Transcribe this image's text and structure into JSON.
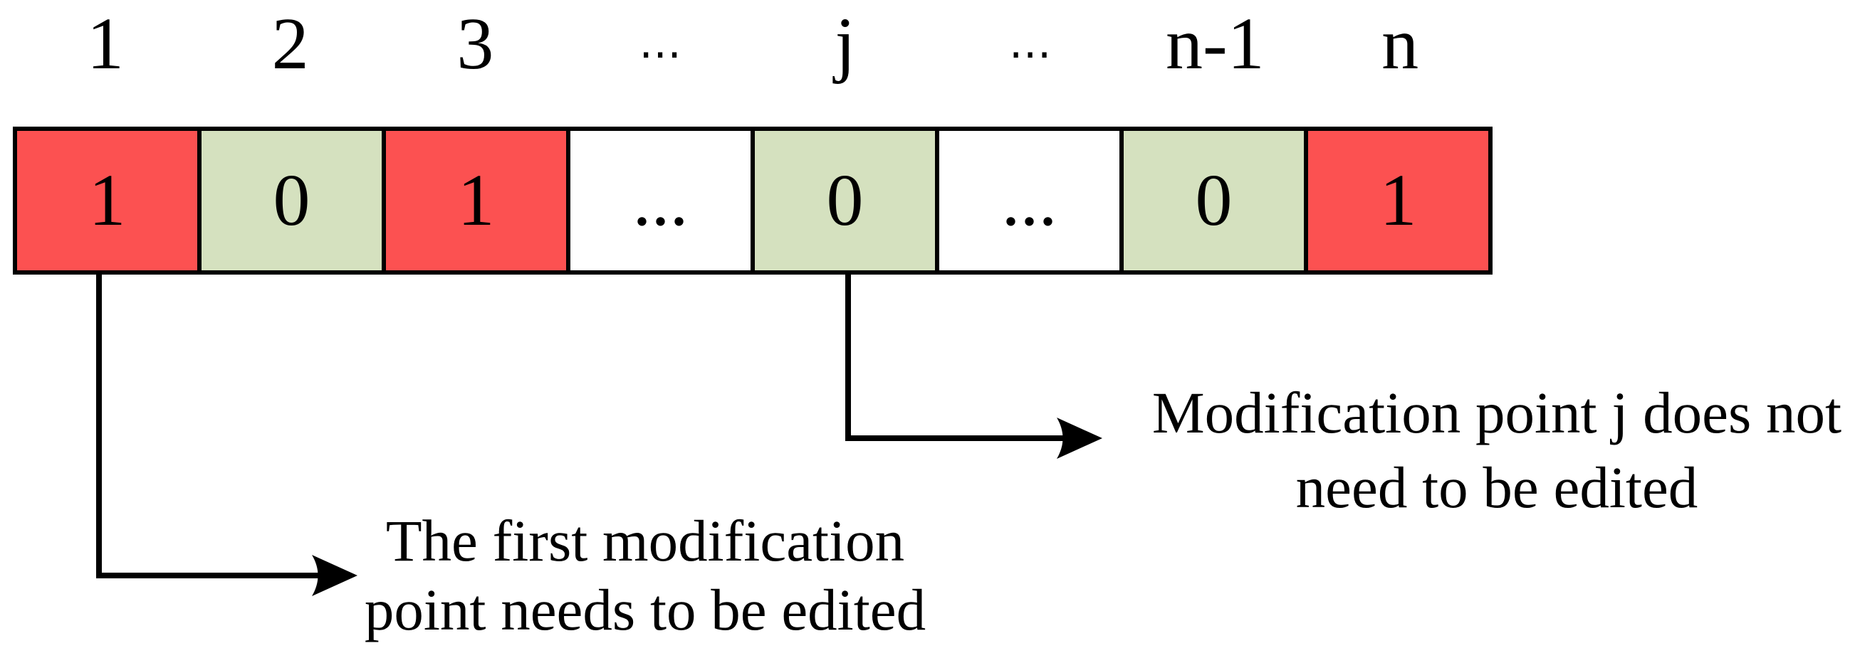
{
  "figure": {
    "description": "Binary modification-point vector diagram",
    "colors": {
      "edited_fill": "#fc5151",
      "not_edited_fill": "#d5e1bf",
      "neutral_fill": "#ffffff",
      "border": "#000000",
      "background": "#ffffff"
    },
    "cells": [
      {
        "index_label": "1",
        "value": "1",
        "state": "edited"
      },
      {
        "index_label": "2",
        "value": "0",
        "state": "not_edited"
      },
      {
        "index_label": "3",
        "value": "1",
        "state": "edited"
      },
      {
        "index_label": "⋯",
        "value": "...",
        "state": "neutral"
      },
      {
        "index_label": "j",
        "value": "0",
        "state": "not_edited"
      },
      {
        "index_label": "⋯",
        "value": "...",
        "state": "neutral"
      },
      {
        "index_label": "n-1",
        "value": "0",
        "state": "not_edited"
      },
      {
        "index_label": "n",
        "value": "1",
        "state": "edited"
      }
    ],
    "annotations": {
      "first_point": {
        "line1": "The first modification",
        "line2": "point needs to be edited",
        "points_from": "cell 1"
      },
      "point_j": {
        "line1": "Modification point j does not",
        "line2": "need to be edited",
        "points_from": "cell j"
      }
    }
  }
}
